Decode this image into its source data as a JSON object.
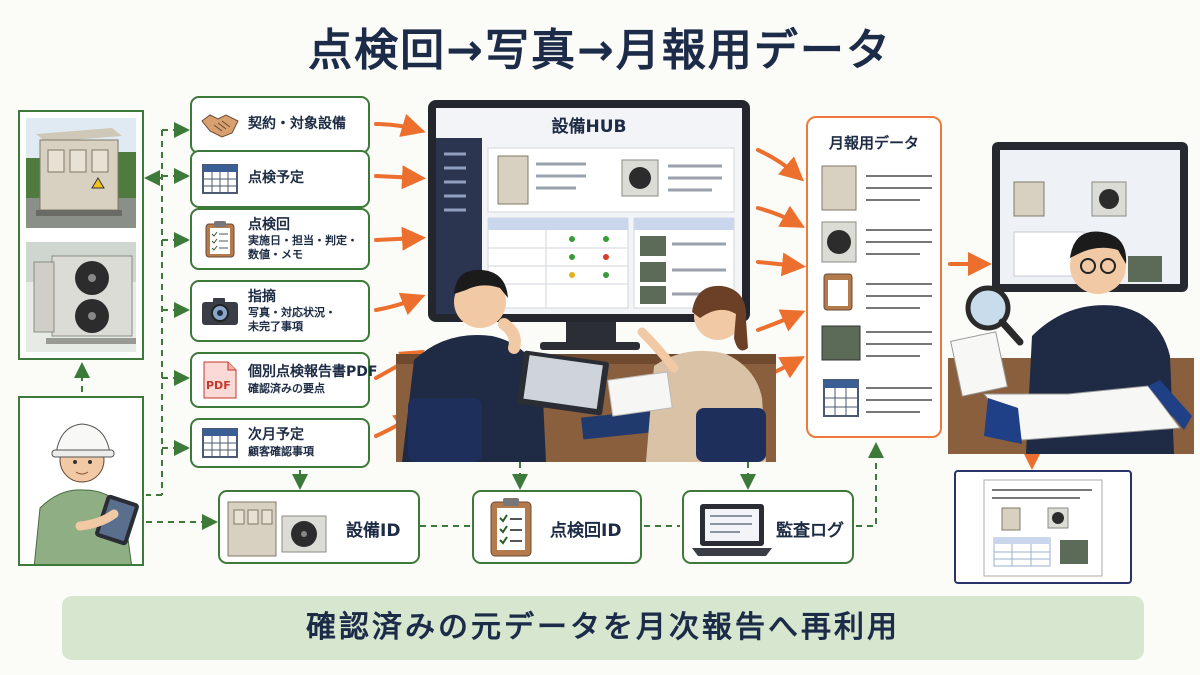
{
  "title": "点検回→写真→月報用データ",
  "inputs": [
    {
      "label": "契約・対象設備",
      "detail": "",
      "icon": "handshake-icon"
    },
    {
      "label": "点検予定",
      "detail": "",
      "icon": "calendar-icon"
    },
    {
      "label": "点検回",
      "detail": "実施日・担当・判定・\n数値・メモ",
      "icon": "clipboard-icon"
    },
    {
      "label": "指摘",
      "detail": "写真・対応状況・\n未完了事項",
      "icon": "camera-icon"
    },
    {
      "label": "個別点検報告書PDF",
      "detail": "確認済みの要点",
      "icon": "pdf-icon",
      "icon_text": "PDF"
    },
    {
      "label": "次月予定",
      "detail": "顧客確認事項",
      "icon": "calendar-icon"
    }
  ],
  "hub": {
    "title": "設備HUB"
  },
  "monthly": {
    "title": "月報用データ"
  },
  "ids": [
    {
      "label": "設備ID",
      "icon": "equipment-icon"
    },
    {
      "label": "点検回ID",
      "icon": "clipboard-icon"
    },
    {
      "label": "監査ログ",
      "icon": "laptop-icon"
    }
  ],
  "banner": "確認済みの元データを月次報告へ再利用",
  "colors": {
    "navy": "#1c2c48",
    "green_border": "#3d7a3a",
    "orange_arrow": "#ec6f2d",
    "banner_bg": "#d7e7cf",
    "report_border": "#28336a"
  }
}
